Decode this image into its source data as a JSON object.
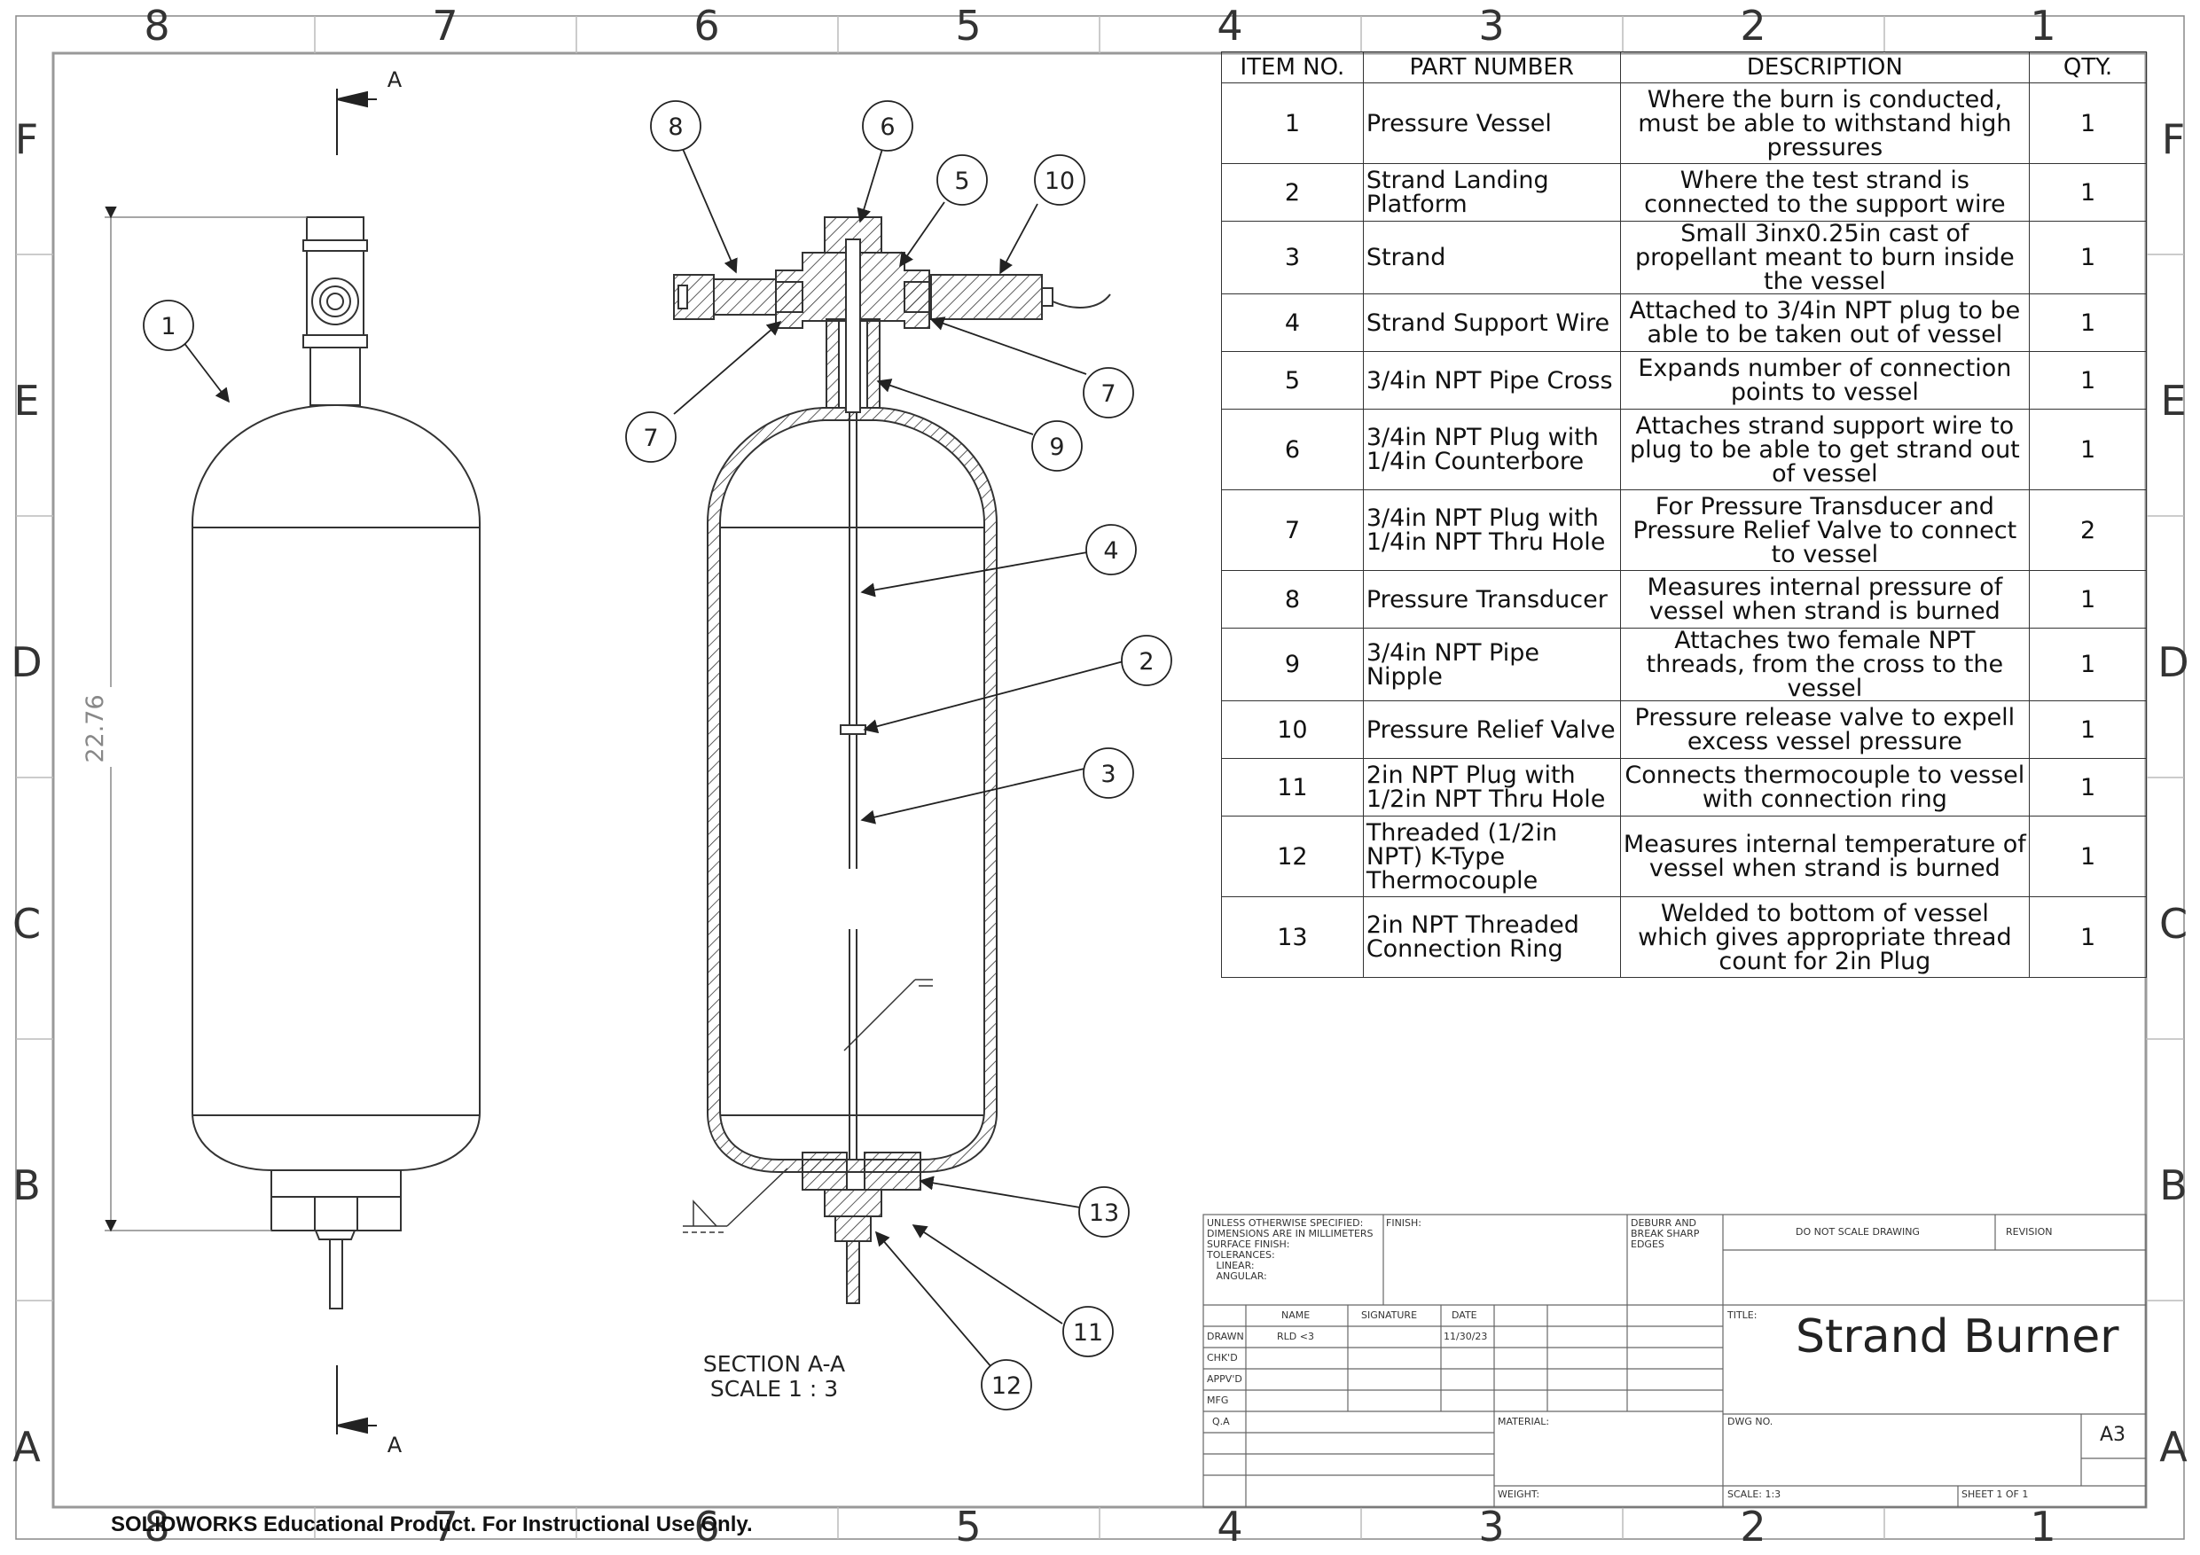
{
  "zones": {
    "columns": [
      "8",
      "7",
      "6",
      "5",
      "4",
      "3",
      "2",
      "1"
    ],
    "rows": [
      "F",
      "E",
      "D",
      "C",
      "B",
      "A"
    ]
  },
  "bom": {
    "headers": [
      "ITEM NO.",
      "PART NUMBER",
      "DESCRIPTION",
      "QTY."
    ],
    "rows": [
      {
        "item": "1",
        "part": "Pressure Vessel",
        "desc": "Where the burn is conducted, must be able to withstand high pressures",
        "qty": "1"
      },
      {
        "item": "2",
        "part": "Strand Landing Platform",
        "desc": "Where the test strand is connected to the support wire",
        "qty": "1"
      },
      {
        "item": "3",
        "part": "Strand",
        "desc": "Small 3inx0.25in cast of propellant meant to burn inside the vessel",
        "qty": "1"
      },
      {
        "item": "4",
        "part": "Strand Support Wire",
        "desc": "Attached to 3/4in NPT plug to be able to be taken out of vessel",
        "qty": "1"
      },
      {
        "item": "5",
        "part": "3/4in NPT Pipe Cross",
        "desc": "Expands number of connection points to vessel",
        "qty": "1"
      },
      {
        "item": "6",
        "part": "3/4in NPT Plug with 1/4in Counterbore",
        "desc": "Attaches strand support wire to plug to be able to get strand out of vessel",
        "qty": "1"
      },
      {
        "item": "7",
        "part": "3/4in NPT Plug with 1/4in NPT Thru Hole",
        "desc": "For Pressure Transducer and Pressure Relief Valve to connect to vessel",
        "qty": "2"
      },
      {
        "item": "8",
        "part": "Pressure Transducer",
        "desc": "Measures internal pressure of vessel when strand is burned",
        "qty": "1"
      },
      {
        "item": "9",
        "part": "3/4in NPT Pipe Nipple",
        "desc": "Attaches two female NPT threads, from the cross to the vessel",
        "qty": "1"
      },
      {
        "item": "10",
        "part": "Pressure Relief Valve",
        "desc": "Pressure release valve to expell excess vessel pressure",
        "qty": "1"
      },
      {
        "item": "11",
        "part": "2in NPT Plug with 1/2in NPT Thru Hole",
        "desc": "Connects thermocouple to vessel with connection ring",
        "qty": "1"
      },
      {
        "item": "12",
        "part": "Threaded (1/2in NPT) K-Type Thermocouple",
        "desc": "Measures internal temperature of vessel when strand is burned",
        "qty": "1"
      },
      {
        "item": "13",
        "part": "2in NPT Threaded Connection Ring",
        "desc": "Welded to bottom of vessel which gives appropriate thread count for 2in Plug",
        "qty": "1"
      }
    ]
  },
  "drawing": {
    "dimension": "22.76",
    "section_arrow_label": "A",
    "section_title": "SECTION A-A",
    "section_scale": "SCALE 1 : 3",
    "balloons": [
      "1",
      "8",
      "6",
      "5",
      "10",
      "7",
      "7",
      "9",
      "4",
      "2",
      "3",
      "13",
      "11",
      "12"
    ]
  },
  "title_block": {
    "notes": "UNLESS OTHERWISE SPECIFIED:\nDIMENSIONS ARE IN MILLIMETERS\nSURFACE FINISH:\nTOLERANCES:\n   LINEAR:\n   ANGULAR:",
    "finish": "FINISH:",
    "deburr": "DEBURR AND\nBREAK SHARP\nEDGES",
    "do_not_scale": "DO NOT SCALE DRAWING",
    "revision": "REVISION",
    "col_name": "NAME",
    "col_signature": "SIGNATURE",
    "col_date": "DATE",
    "role_drawn": "DRAWN",
    "role_chkd": "CHK'D",
    "role_appvd": "APPV'D",
    "role_mfg": "MFG",
    "role_qa": "Q.A",
    "drawn_name": "RLD <3",
    "drawn_date": "11/30/23",
    "title_label": "TITLE:",
    "title": "Strand Burner",
    "material": "MATERIAL:",
    "dwg_no": "DWG NO.",
    "size": "A3",
    "weight": "WEIGHT:",
    "scale": "SCALE: 1:3",
    "sheet": "SHEET 1 OF 1"
  },
  "footer": "SOLIDWORKS Educational Product. For Instructional Use Only."
}
